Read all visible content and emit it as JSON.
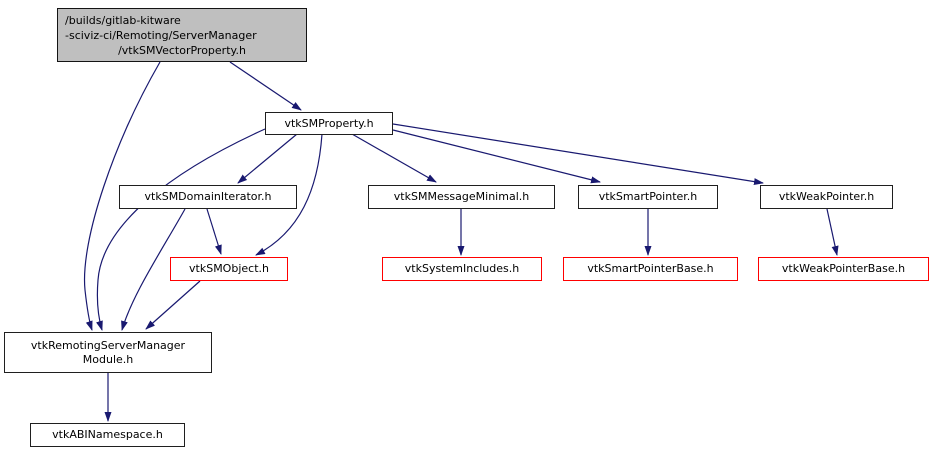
{
  "diagram": {
    "kind": "doxygen-include-dependency-graph",
    "colors": {
      "edge": "#191970",
      "root_fill": "#bfbfbf",
      "node_border": "#1f1f1f",
      "highlight_border": "#ff0000",
      "background": "#ffffff"
    },
    "nodes": {
      "root": {
        "label_lines": {
          "0": "/builds/gitlab-kitware",
          "1": "-sciviz-ci/Remoting/ServerManager",
          "2": "/vtkSMVectorProperty.h"
        },
        "style": "current-file"
      },
      "sm_property": {
        "label": "vtkSMProperty.h",
        "style": "normal"
      },
      "sm_domain_iterator": {
        "label": "vtkSMDomainIterator.h",
        "style": "normal"
      },
      "sm_message_minimal": {
        "label": "vtkSMMessageMinimal.h",
        "style": "normal"
      },
      "smart_pointer": {
        "label": "vtkSmartPointer.h",
        "style": "normal"
      },
      "weak_pointer": {
        "label": "vtkWeakPointer.h",
        "style": "normal"
      },
      "sm_object": {
        "label": "vtkSMObject.h",
        "style": "highlighted-red"
      },
      "system_includes": {
        "label": "vtkSystemIncludes.h",
        "style": "highlighted-red"
      },
      "smart_pointer_base": {
        "label": "vtkSmartPointerBase.h",
        "style": "highlighted-red"
      },
      "weak_pointer_base": {
        "label": "vtkWeakPointerBase.h",
        "style": "highlighted-red"
      },
      "remoting_module": {
        "label_lines": {
          "0": "vtkRemotingServerManager",
          "1": "Module.h"
        },
        "style": "normal"
      },
      "abi_namespace": {
        "label": "vtkABINamespace.h",
        "style": "normal"
      }
    },
    "edges": [
      {
        "from": "root",
        "to": "sm_property"
      },
      {
        "from": "root",
        "to": "remoting_module"
      },
      {
        "from": "sm_property",
        "to": "remoting_module"
      },
      {
        "from": "sm_property",
        "to": "sm_domain_iterator"
      },
      {
        "from": "sm_property",
        "to": "sm_object"
      },
      {
        "from": "sm_property",
        "to": "sm_message_minimal"
      },
      {
        "from": "sm_property",
        "to": "smart_pointer"
      },
      {
        "from": "sm_property",
        "to": "weak_pointer"
      },
      {
        "from": "sm_domain_iterator",
        "to": "sm_object"
      },
      {
        "from": "sm_domain_iterator",
        "to": "remoting_module"
      },
      {
        "from": "sm_object",
        "to": "remoting_module"
      },
      {
        "from": "sm_message_minimal",
        "to": "system_includes"
      },
      {
        "from": "smart_pointer",
        "to": "smart_pointer_base"
      },
      {
        "from": "weak_pointer",
        "to": "weak_pointer_base"
      },
      {
        "from": "remoting_module",
        "to": "abi_namespace"
      }
    ]
  }
}
